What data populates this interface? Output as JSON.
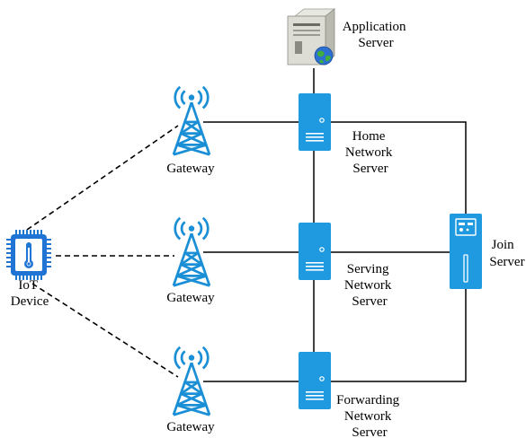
{
  "labels": {
    "application_server": [
      "Application",
      "Server"
    ],
    "home_network_server": [
      "Home",
      "Network",
      "Server"
    ],
    "serving_network_server": [
      "Serving",
      "Network",
      "Server"
    ],
    "forwarding_network_server": [
      "Forwarding",
      "Network",
      "Server"
    ],
    "join_server": [
      "Join",
      "Server"
    ],
    "iot_device": [
      "IoT",
      "Device"
    ],
    "gateway_top": "Gateway",
    "gateway_middle": "Gateway",
    "gateway_bottom": "Gateway"
  },
  "icons": {
    "application_server": "server-tower-globe-icon",
    "network_server": "server-cabinet-icon",
    "join_server": "join-server-icon",
    "gateway": "radio-tower-icon",
    "iot_device": "iot-chip-thermometer-icon"
  },
  "colors": {
    "server_blue": "#1f9ae0",
    "gateway_blue": "#1a8fd6",
    "chip_blue": "#1f74d4",
    "line": "#000000"
  }
}
